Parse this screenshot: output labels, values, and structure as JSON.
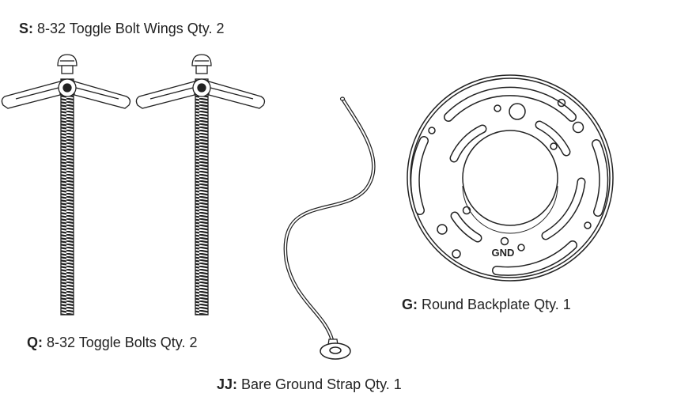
{
  "parts": {
    "wings": {
      "code": "S:",
      "text": "8-32 Toggle Bolt Wings Qty. 2"
    },
    "bolts": {
      "code": "Q:",
      "text": "8-32 Toggle Bolts Qty. 2"
    },
    "strap": {
      "code": "JJ:",
      "text": "Bare Ground Strap Qty. 1"
    },
    "backplate": {
      "code": "G:",
      "text": "Round Backplate Qty. 1",
      "stamp": "GND"
    }
  },
  "colors": {
    "line": "#222222",
    "background": "#ffffff"
  }
}
